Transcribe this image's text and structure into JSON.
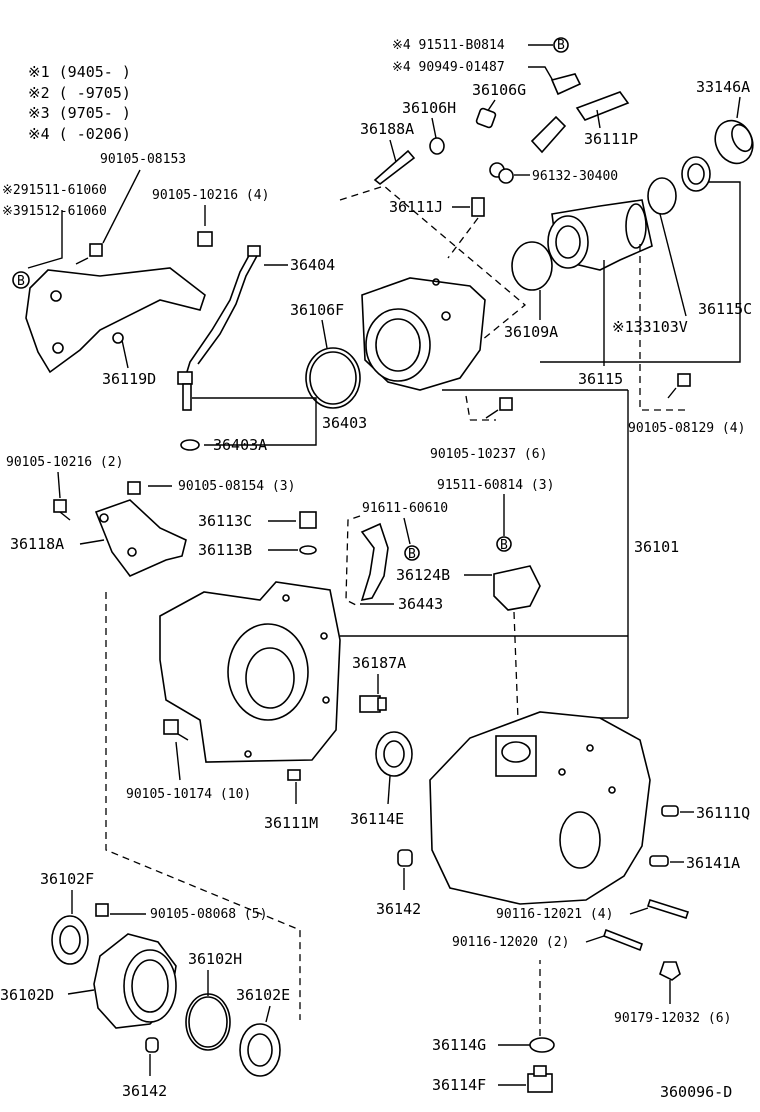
{
  "legend": {
    "l1": "※1  (9405-     )",
    "l2": "※2  (     -9705)",
    "l3": "※3  (9705-     )",
    "l4": "※4  (     -0206)"
  },
  "labels": {
    "p91511_b0814": "※4 91511-B0814",
    "p90949_01487": "※4 90949-01487",
    "p33146a": "33146A",
    "p36106g": "36106G",
    "p36106h": "36106H",
    "p36188a": "36188A",
    "p36111p": "36111P",
    "p96132_30400": "96132-30400",
    "p90105_08153": "90105-08153",
    "p291511_61060": "※291511-61060",
    "p391512_61060": "※391512-61060",
    "p90105_10216_4": "90105-10216 (4)",
    "p36111j": "36111J",
    "p36404": "36404",
    "p36106f": "36106F",
    "p36115c": "36115C",
    "p36109a": "36109A",
    "p133103v": "※133103V",
    "p36119d": "36119D",
    "p36115": "36115",
    "p36403": "36403",
    "p36403a": "36403A",
    "p90105_08129_4": "90105-08129 (4)",
    "p90105_10237_6": "90105-10237 (6)",
    "p90105_10216_2": "90105-10216 (2)",
    "p90105_08154_3": "90105-08154 (3)",
    "p91511_60814_3": "91511-60814 (3)",
    "p91611_60610": "91611-60610",
    "p36113c": "36113C",
    "p36118a": "36118A",
    "p36113b": "36113B",
    "p36101": "36101",
    "p36124b": "36124B",
    "p36443": "36443",
    "p36187a": "36187A",
    "p90105_10174_10": "90105-10174 (10)",
    "p36114e": "36114E",
    "p36111m": "36111M",
    "p36111q": "36111Q",
    "p36141a": "36141A",
    "p36102f": "36102F",
    "p90105_08068_5": "90105-08068 (5)",
    "p36142_a": "36142",
    "p90116_12021_4": "90116-12021 (4)",
    "p36102h": "36102H",
    "p90116_12020_2": "90116-12020 (2)",
    "p36102d": "36102D",
    "p36102e": "36102E",
    "p90179_12032_6": "90179-12032 (6)",
    "p36114g": "36114G",
    "p36114f": "36114F",
    "p36142_b": "36142",
    "diagram_id": "360096-D"
  },
  "markers": {
    "b": "B"
  }
}
